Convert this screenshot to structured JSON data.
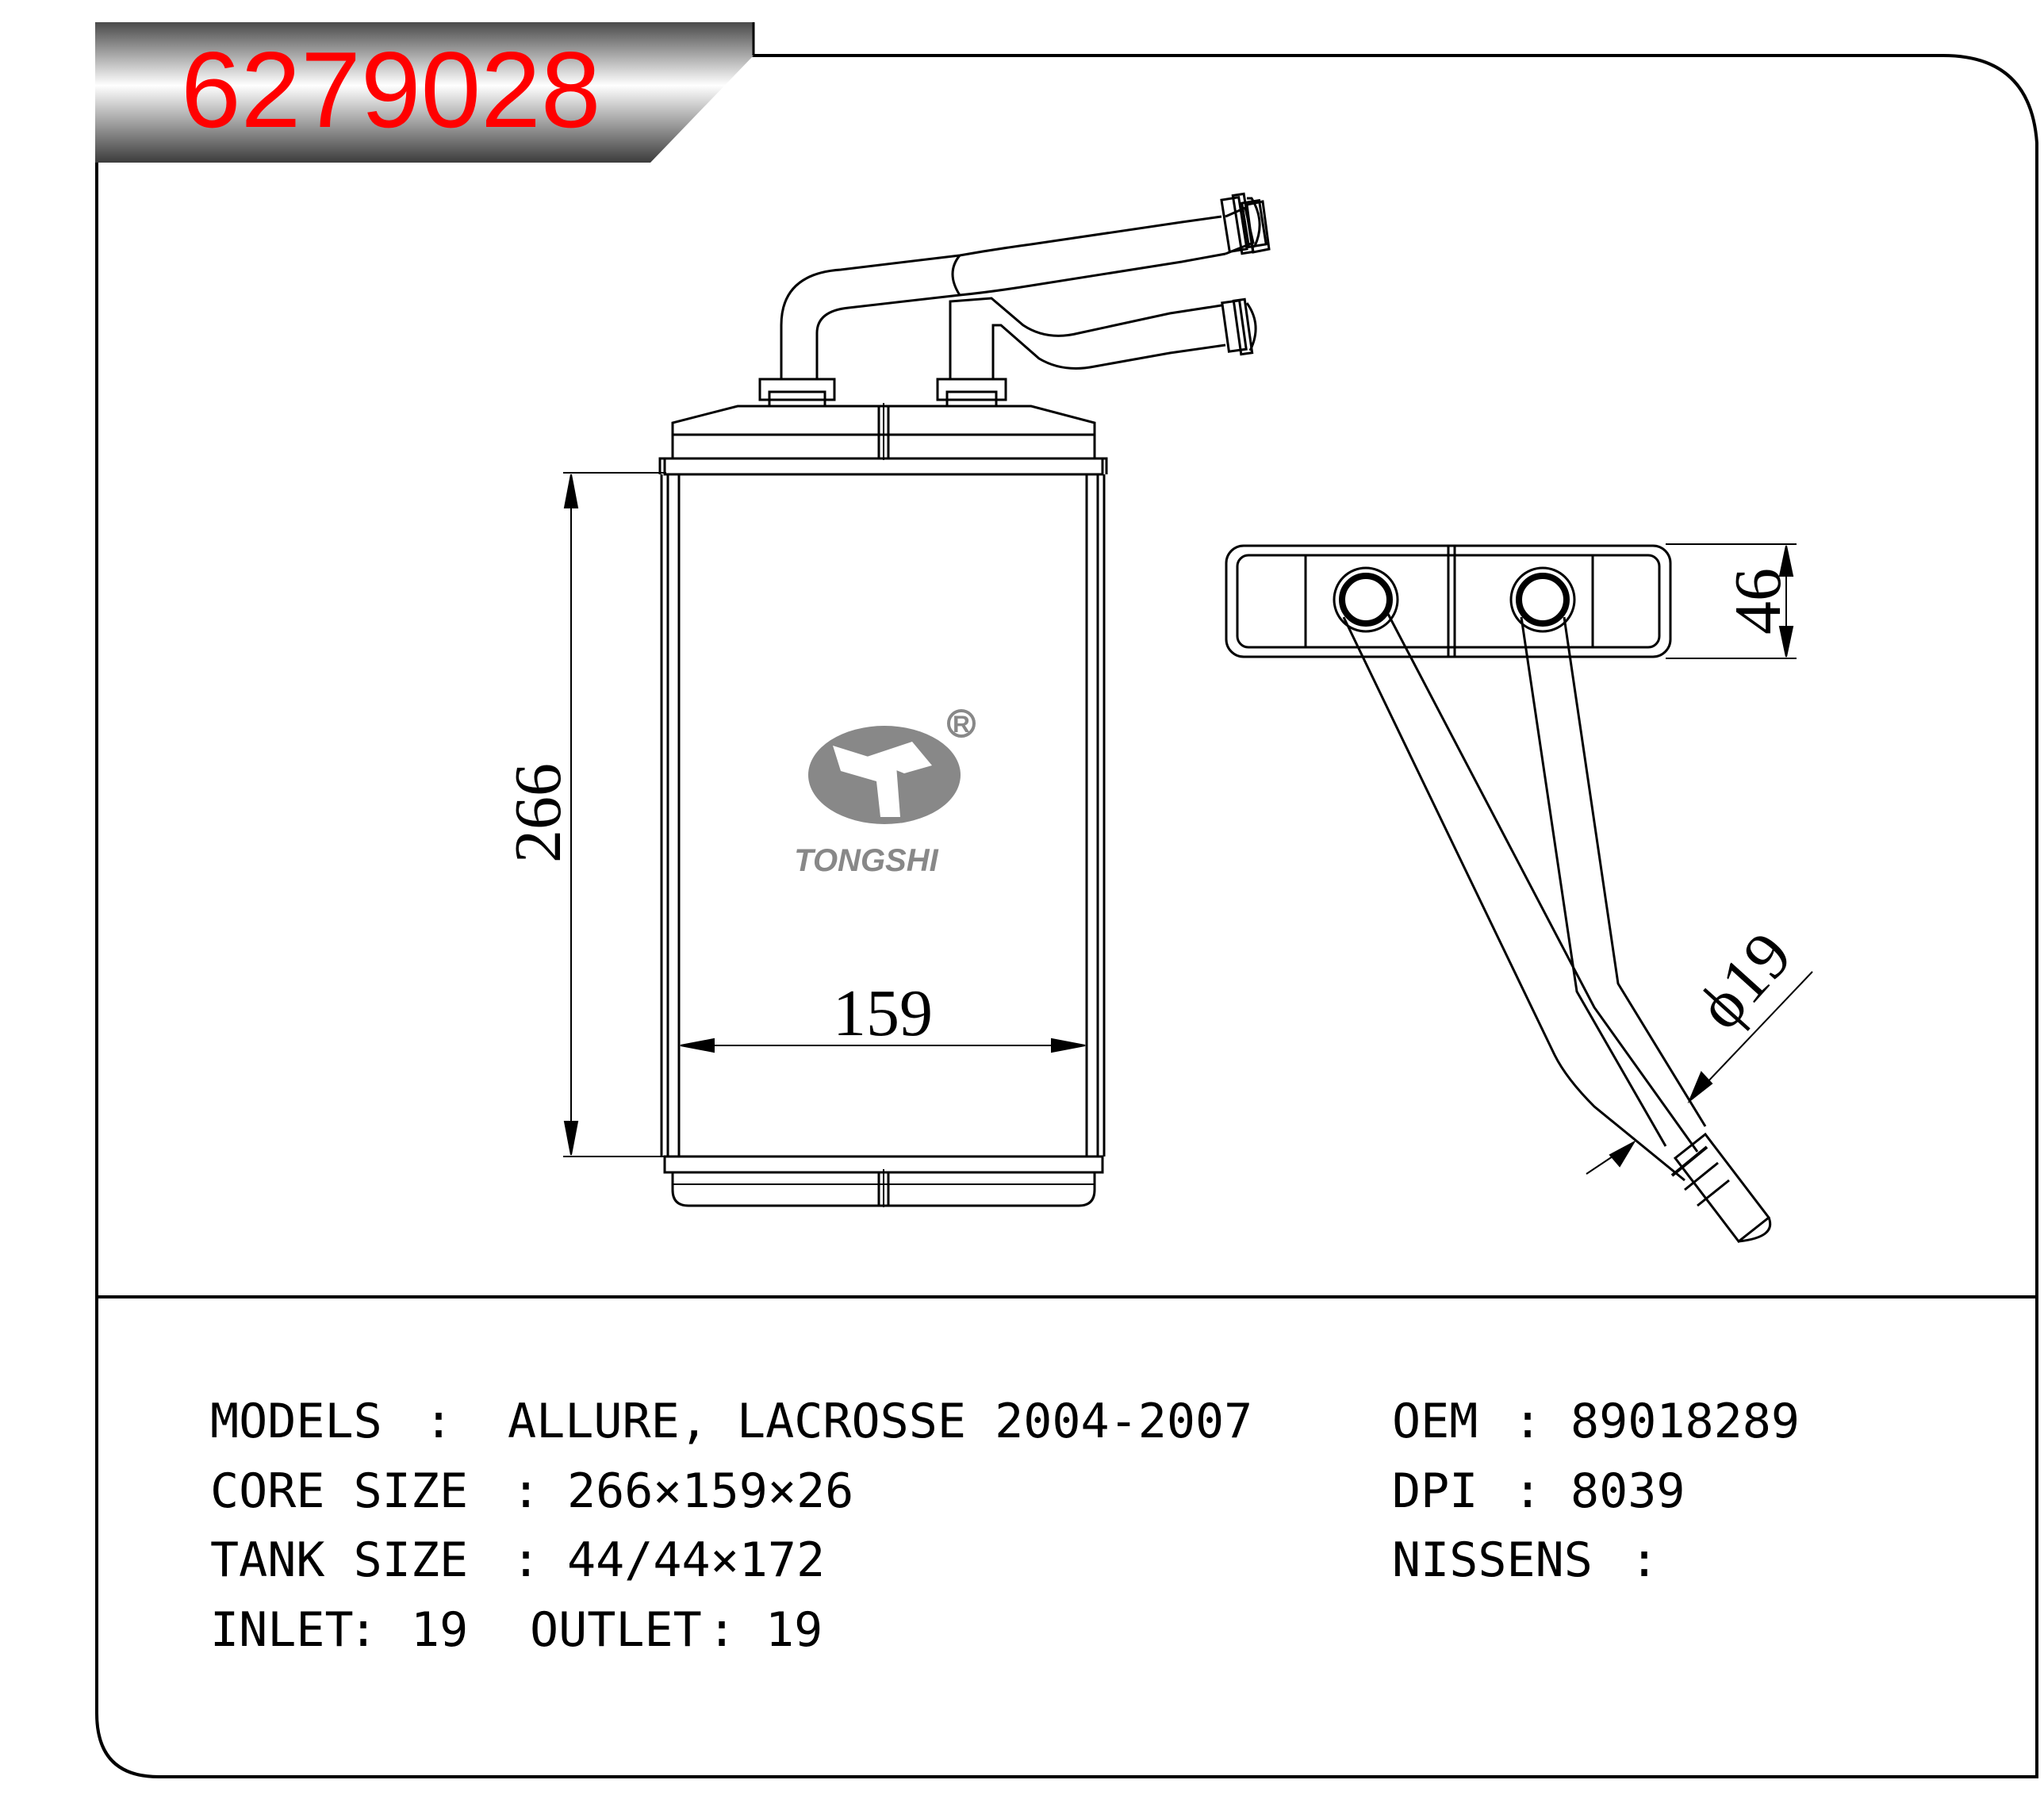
{
  "part_number": "6279028",
  "brand": {
    "name": "TONGSHI",
    "registered_mark": "R",
    "logo_color": "#888888"
  },
  "colors": {
    "part_number": "#ff0000",
    "line": "#000000"
  },
  "dimensions": {
    "height": "266",
    "width": "159",
    "depth": "46",
    "pipe_diameter": "ϕ19"
  },
  "specs": {
    "models_label": "MODELS",
    "models_value": "ALLURE, LACROSSE 2004-2007",
    "core_size_label": "CORE SIZE",
    "core_size_value": "266×159×26",
    "tank_size_label": "TANK SIZE",
    "tank_size_value": "44/44×172",
    "inlet_label": "INLET",
    "inlet_value": "19",
    "outlet_label": "OUTLET",
    "outlet_value": "19",
    "oem_label": "OEM",
    "oem_value": "89018289",
    "dpi_label": "DPI",
    "dpi_value": "8039",
    "nissens_label": "NISSENS",
    "nissens_value": "",
    "separator": ":"
  }
}
